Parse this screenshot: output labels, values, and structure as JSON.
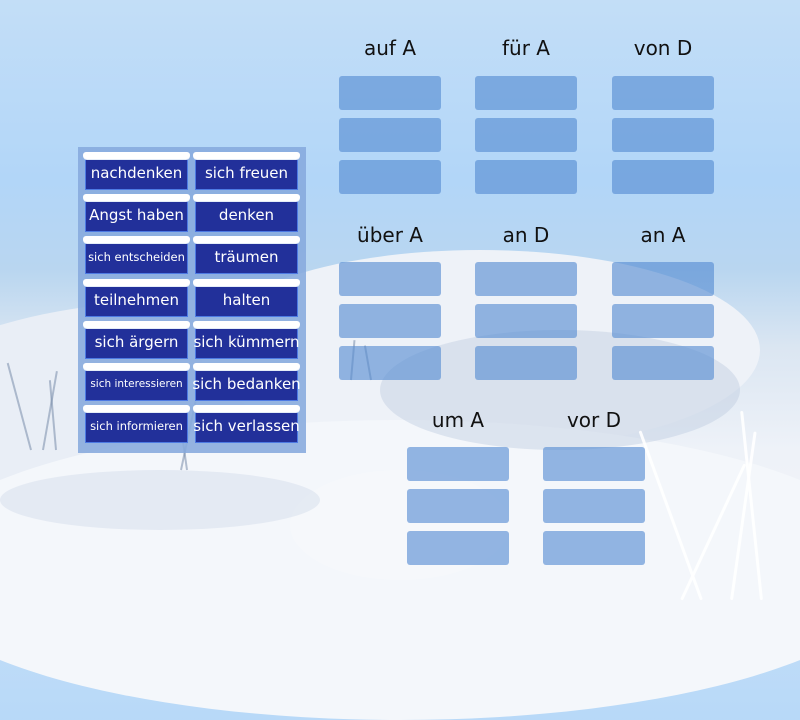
{
  "palette": {
    "cards": [
      {
        "label": "nachdenken",
        "size": "normal"
      },
      {
        "label": "sich freuen",
        "size": "normal"
      },
      {
        "label": "Angst haben",
        "size": "normal"
      },
      {
        "label": "denken",
        "size": "normal"
      },
      {
        "label": "sich entscheiden",
        "size": "small"
      },
      {
        "label": "träumen",
        "size": "normal"
      },
      {
        "label": "teilnehmen",
        "size": "normal"
      },
      {
        "label": "halten",
        "size": "normal"
      },
      {
        "label": "sich ärgern",
        "size": "normal"
      },
      {
        "label": "sich kümmern",
        "size": "normal"
      },
      {
        "label": "sich interessieren",
        "size": "xsmall"
      },
      {
        "label": "sich bedanken",
        "size": "normal"
      },
      {
        "label": "sich informieren",
        "size": "small"
      },
      {
        "label": "sich verlassen",
        "size": "normal"
      }
    ]
  },
  "groups": [
    {
      "title": "auf A",
      "slots": 3
    },
    {
      "title": "für A",
      "slots": 3
    },
    {
      "title": "von D",
      "slots": 3
    },
    {
      "title": "über A",
      "slots": 3
    },
    {
      "title": "an D",
      "slots": 3
    },
    {
      "title": "an A",
      "slots": 3
    },
    {
      "title": "um A",
      "slots": 3
    },
    {
      "title": "vor D",
      "slots": 3
    }
  ],
  "colors": {
    "card_bg": "#22309a",
    "card_border": "#4d7ae3",
    "palette_bg": "#86aadd",
    "slot_bg": "#548ad2"
  }
}
